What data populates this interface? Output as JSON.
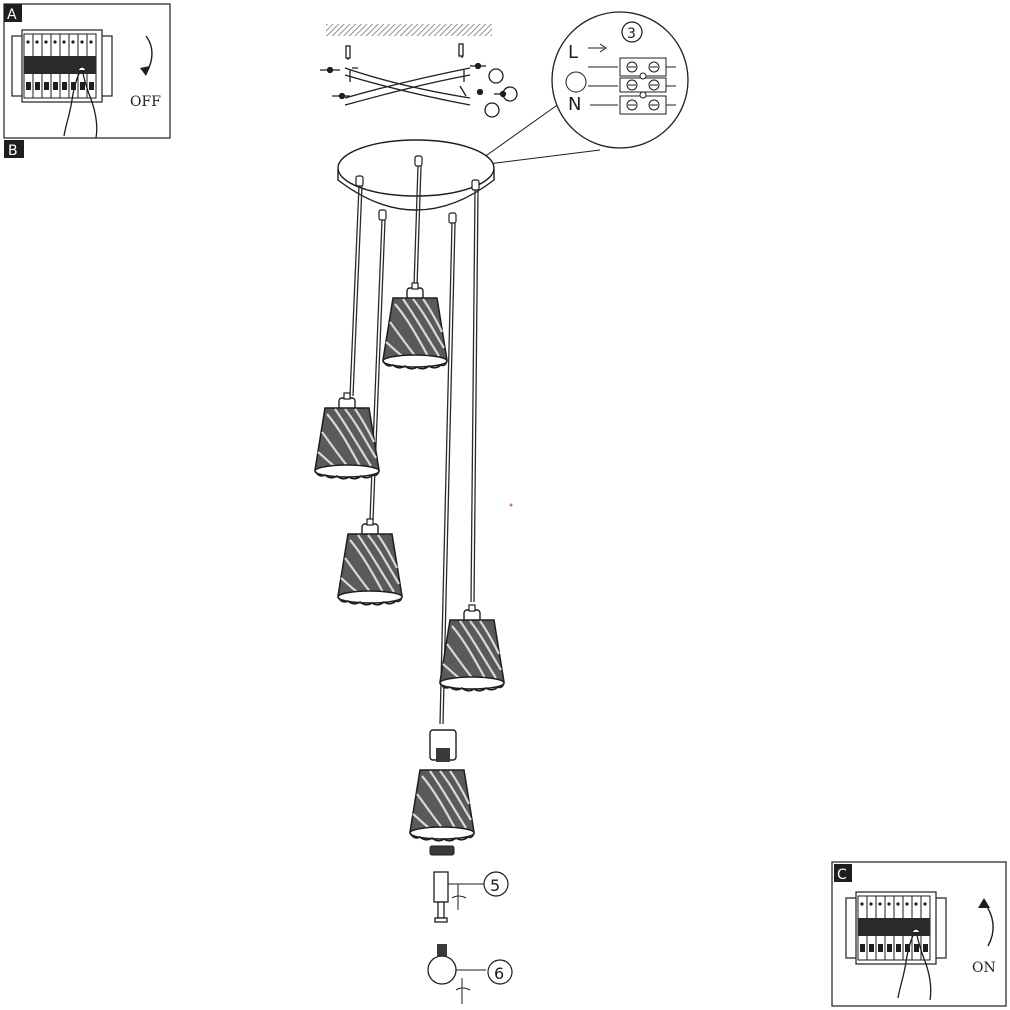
{
  "panels": {
    "a": {
      "tag": "A",
      "action": "OFF"
    },
    "b": {
      "tag": "B"
    },
    "c": {
      "tag": "C",
      "action": "ON"
    }
  },
  "wiring": {
    "step": "3",
    "live": "L",
    "neutral": "N"
  },
  "steps": {
    "holder": "5",
    "bulb": "6"
  },
  "colors": {
    "line": "#2a2a2a",
    "shade_dark": "#3a3a3a",
    "accent_dot": "#e07050"
  }
}
